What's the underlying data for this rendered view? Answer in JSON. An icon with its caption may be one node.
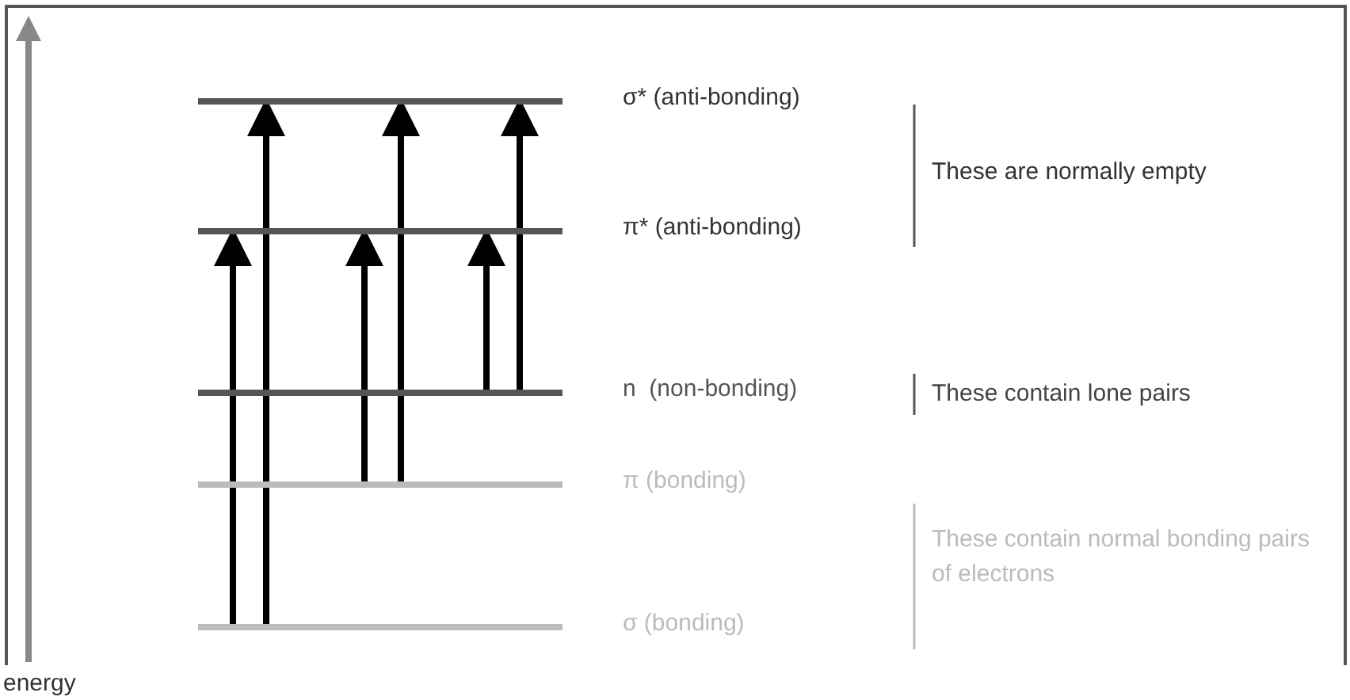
{
  "diagram": {
    "nodes": [
      {
        "text": [],
        "shape": "bar",
        "beside": [
          "σ* (anti-bonding)"
        ]
      },
      {
        "text": [],
        "shape": "bar",
        "beside": [
          "π* (anti-bonding)"
        ]
      },
      {
        "text": [],
        "shape": "bar",
        "beside": [
          "n  (non-bonding)"
        ]
      },
      {
        "text": [],
        "shape": "bar",
        "beside": [
          "π (bonding)"
        ]
      },
      {
        "text": [],
        "shape": "bar",
        "beside": [
          "σ (bonding)"
        ]
      }
    ],
    "edges": [
      {
        "from": 4,
        "to": 1,
        "arrow": "to"
      },
      {
        "from": 4,
        "to": 0,
        "arrow": "to"
      },
      {
        "from": 3,
        "to": 1,
        "arrow": "to"
      },
      {
        "from": 3,
        "to": 0,
        "arrow": "to"
      },
      {
        "from": 2,
        "to": 1,
        "arrow": "to"
      },
      {
        "from": 2,
        "to": 0,
        "arrow": "to"
      }
    ],
    "labels": [
      "These are normally empty",
      "These contain lone pairs",
      "These contain normal bonding pairs of electrons",
      "energy"
    ]
  }
}
